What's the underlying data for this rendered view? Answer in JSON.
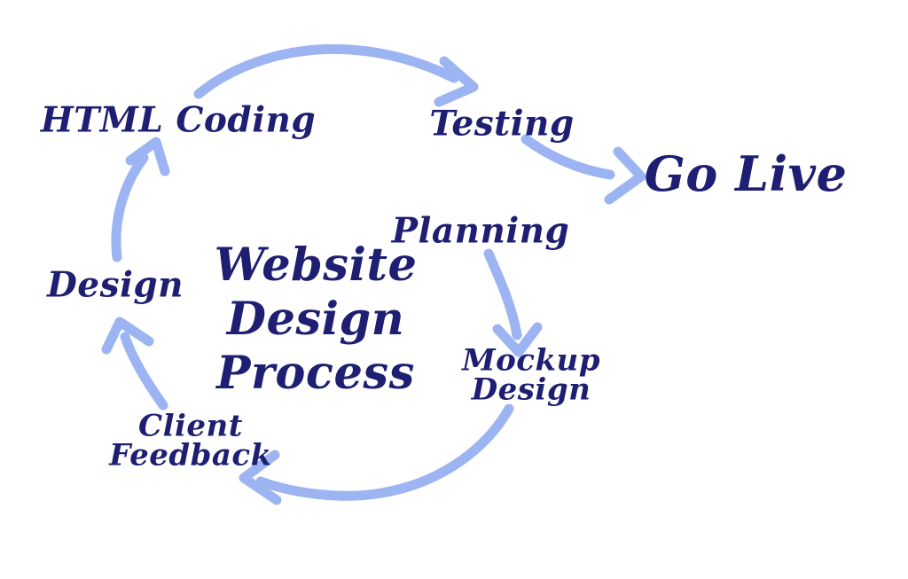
{
  "diagram": {
    "center_title": {
      "line1": "Website",
      "line2": "Design",
      "line3": "Process"
    },
    "stages": {
      "planning": {
        "label": "Planning"
      },
      "mockup_design": {
        "line1": "Mockup",
        "line2": "Design"
      },
      "client_feedback": {
        "line1": "Client",
        "line2": "Feedback"
      },
      "design": {
        "label": "Design"
      },
      "html_coding": {
        "label": "HTML Coding"
      },
      "testing": {
        "label": "Testing"
      },
      "go_live": {
        "label": "Go Live"
      }
    },
    "connections": [
      {
        "from": "Planning",
        "to": "Mockup Design"
      },
      {
        "from": "Mockup Design",
        "to": "Client Feedback"
      },
      {
        "from": "Client Feedback",
        "to": "Design"
      },
      {
        "from": "Design",
        "to": "HTML Coding"
      },
      {
        "from": "HTML Coding",
        "to": "Testing"
      },
      {
        "from": "Testing",
        "to": "Go Live"
      }
    ],
    "colors": {
      "text": "#1e1e73",
      "arrow": "#9db4f3",
      "background": "#ffffff"
    }
  }
}
